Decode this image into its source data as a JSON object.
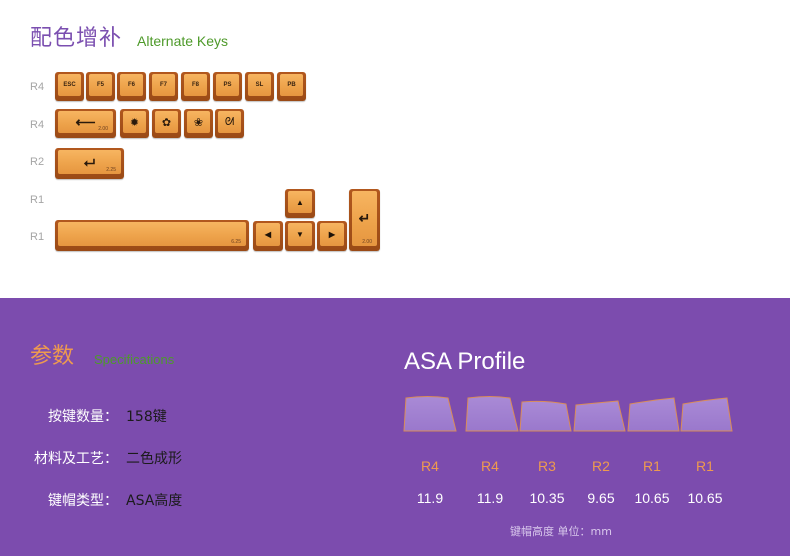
{
  "header": {
    "title_cn": "配色增补",
    "title_en": "Alternate Keys"
  },
  "rows": [
    {
      "label": "R4",
      "keys": [
        {
          "legend": "ESC"
        },
        {
          "legend": "F5"
        },
        {
          "legend": "F6"
        },
        {
          "legend": "F7"
        },
        {
          "legend": "F8"
        },
        {
          "legend": "PS"
        },
        {
          "legend": "SL"
        },
        {
          "legend": "PB"
        }
      ]
    },
    {
      "label": "R4",
      "keys": [
        {
          "legend": "⟵",
          "size": "2.00"
        },
        {
          "legend": "✹"
        },
        {
          "legend": "✿"
        },
        {
          "legend": "❀"
        },
        {
          "legend": "ᘛ"
        }
      ]
    },
    {
      "label": "R2",
      "keys": [
        {
          "legend": "⮠",
          "size": "2.25"
        }
      ]
    },
    {
      "label": "R1",
      "keys": [
        {
          "legend": "▲"
        }
      ]
    },
    {
      "label": "R1",
      "keys": [
        {
          "legend": "",
          "size": "6.25"
        },
        {
          "legend": "◀"
        },
        {
          "legend": "▼"
        },
        {
          "legend": "▶"
        },
        {
          "legend": "↵",
          "size": "2.00"
        }
      ]
    }
  ],
  "specs": {
    "title_cn": "参数",
    "title_en": "Specifications",
    "items": [
      {
        "key": "按键数量：",
        "value": "158键"
      },
      {
        "key": "材料及工艺：",
        "value": "二色成形"
      },
      {
        "key": "键帽类型：",
        "value": "ASA高度"
      }
    ]
  },
  "profile": {
    "title": "ASA Profile",
    "rows": [
      {
        "label": "R4",
        "height": "11.9"
      },
      {
        "label": "R4",
        "height": "11.9"
      },
      {
        "label": "R3",
        "height": "10.35"
      },
      {
        "label": "R2",
        "height": "9.65"
      },
      {
        "label": "R1",
        "height": "10.65"
      },
      {
        "label": "R1",
        "height": "10.65"
      }
    ],
    "unit_note": "键帽高度  单位：mm"
  },
  "colors": {
    "accent_purple": "#7c4cae",
    "title_purple": "#7b4fb0",
    "en_green": "#4e9a2a",
    "keycap_orange": "#eda24a",
    "keycap_side": "#a24f18",
    "profile_orange": "#ee9a4f"
  }
}
